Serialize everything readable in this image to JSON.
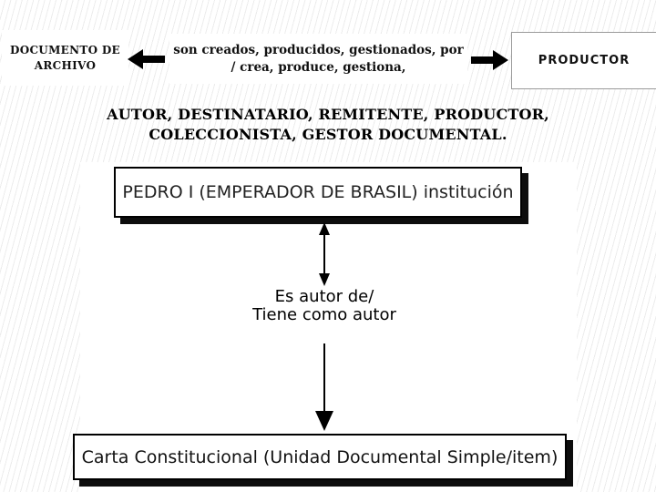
{
  "top_row": {
    "left_box": {
      "line1": "DOCUMENTO DE",
      "line2": "ARCHIVO"
    },
    "center_box": {
      "line1": "son creados, producidos, gestionados, por",
      "line2": "/ crea, produce, gestiona,"
    },
    "right_box": {
      "label": "PRODUCTOR"
    },
    "icons": {
      "left_arrow": "thick-left-arrow",
      "right_arrow": "thick-right-arrow"
    }
  },
  "heading": {
    "line1": "AUTOR, DESTINATARIO, REMITENTE, PRODUCTOR,",
    "line2": "COLECCIONISTA, GESTOR DOCUMENTAL."
  },
  "diagram": {
    "entity_box": "PEDRO I (EMPERADOR DE BRASIL) institución",
    "relation_label": {
      "line1": "Es autor de/",
      "line2": "Tiene como autor"
    },
    "document_box": "Carta Constitucional (Unidad Documental Simple/item)",
    "connector_icons": {
      "between_entity_and_relation": "double-headed-vertical-arrow",
      "between_relation_and_document": "down-arrow"
    }
  },
  "colors": {
    "background": "#ffffff",
    "hatch_line": "#ececec",
    "box_border_black": "#000000",
    "box_shadow": "#0d0d0d",
    "productor_border_gray": "#9a9a9a",
    "text": "#111111",
    "arrow": "#000000"
  }
}
